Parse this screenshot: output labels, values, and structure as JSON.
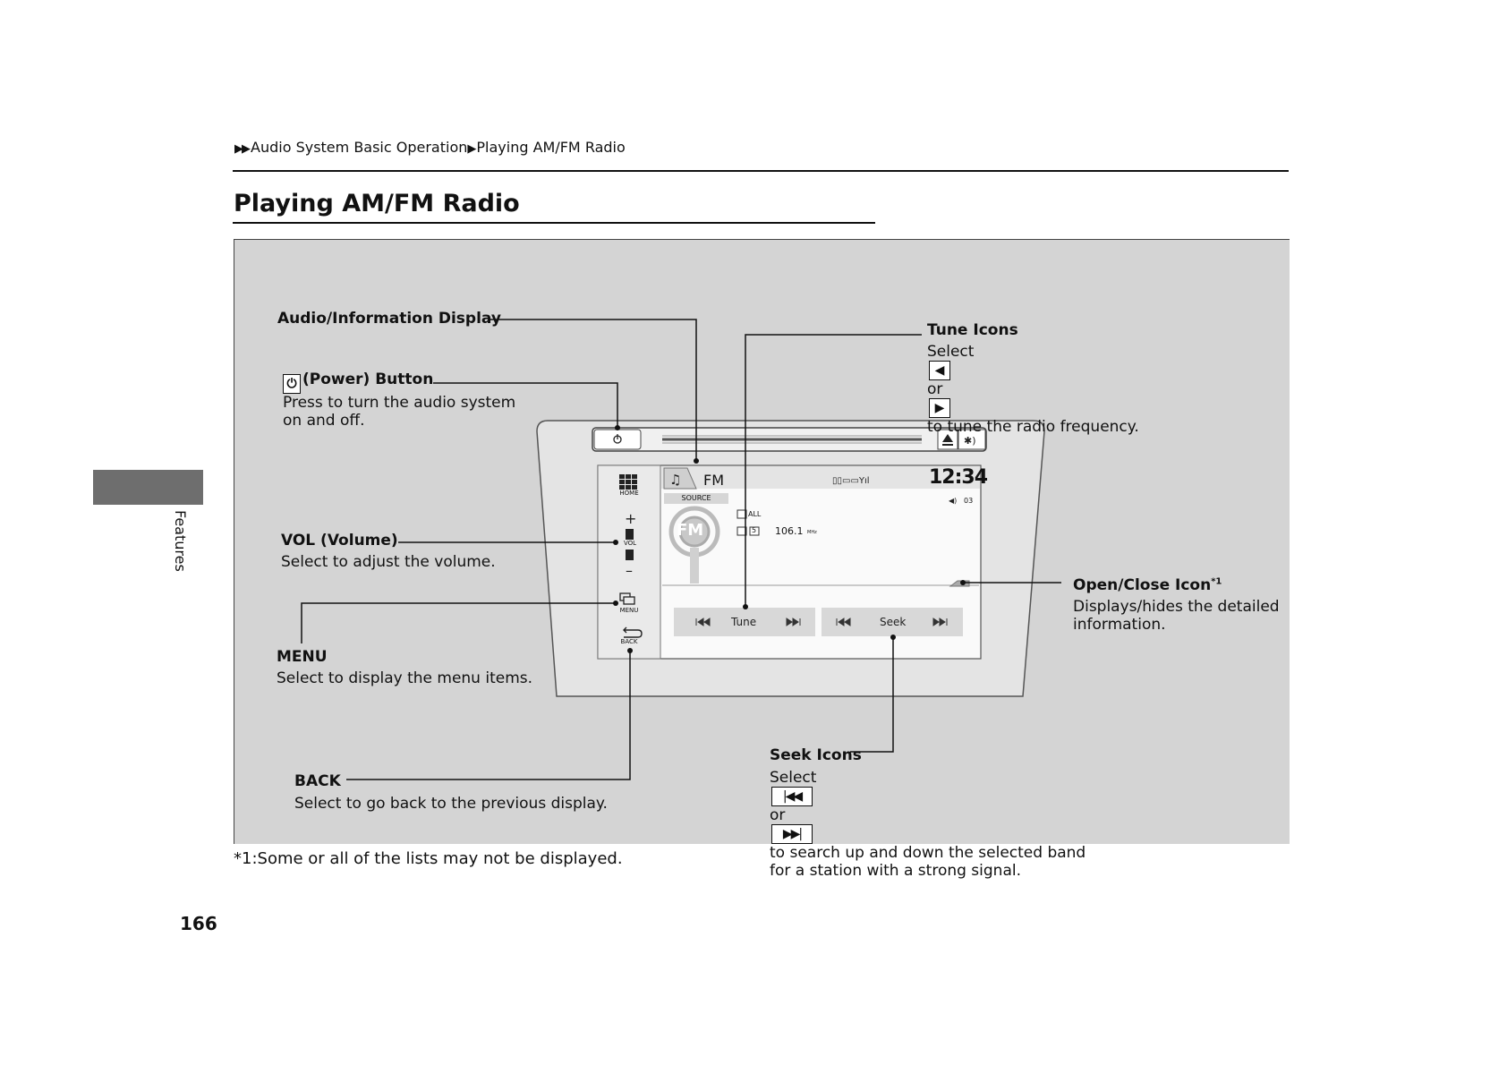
{
  "breadcrumb": {
    "parent": "Audio System Basic Operation",
    "current": "Playing AM/FM Radio"
  },
  "page_title": "Playing AM/FM Radio",
  "side_tab_label": "Features",
  "page_number": "166",
  "footnote": "*1:Some or all of the lists may not be displayed.",
  "callouts": {
    "display": {
      "label": "Audio/Information Display"
    },
    "power": {
      "label": "(Power) Button",
      "desc1": "Press to turn the audio system",
      "desc2": "on and off."
    },
    "vol": {
      "label": "VOL (Volume)",
      "desc1": "Select to adjust the volume."
    },
    "menu": {
      "label": "MENU",
      "desc1": "Select to display the menu items."
    },
    "back": {
      "label": "BACK",
      "desc1": "Select to go back to the previous display."
    },
    "tune": {
      "label": "Tune Icons",
      "desc_pre": "Select",
      "desc_or": "or",
      "desc_post": "to tune the radio frequency."
    },
    "openclose": {
      "label": "Open/Close Icon",
      "sup": "*1",
      "desc1": "Displays/hides the detailed",
      "desc2": "information."
    },
    "seek": {
      "label": "Seek Icons",
      "desc_pre": "Select",
      "desc_or": "or",
      "desc_post": "to search up and down the selected band",
      "desc2": "for a station with a strong signal."
    }
  },
  "screen": {
    "band": "FM",
    "clock": "12:34",
    "source": "SOURCE",
    "frequency": "106.1",
    "freq_unit": "MHz",
    "preset_no": "5",
    "all": "ALL",
    "channel": "03",
    "home": "HOME",
    "vol": "VOL",
    "menu": "MENU",
    "back": "BACK",
    "tune": "Tune",
    "seek": "Seek",
    "logo": "FM"
  },
  "icons": [
    "power-icon",
    "eject-icon",
    "audio-source-icon",
    "home-icon",
    "menu-icon",
    "back-icon",
    "tune-left-icon",
    "tune-right-icon",
    "seek-down-icon",
    "seek-up-icon"
  ]
}
